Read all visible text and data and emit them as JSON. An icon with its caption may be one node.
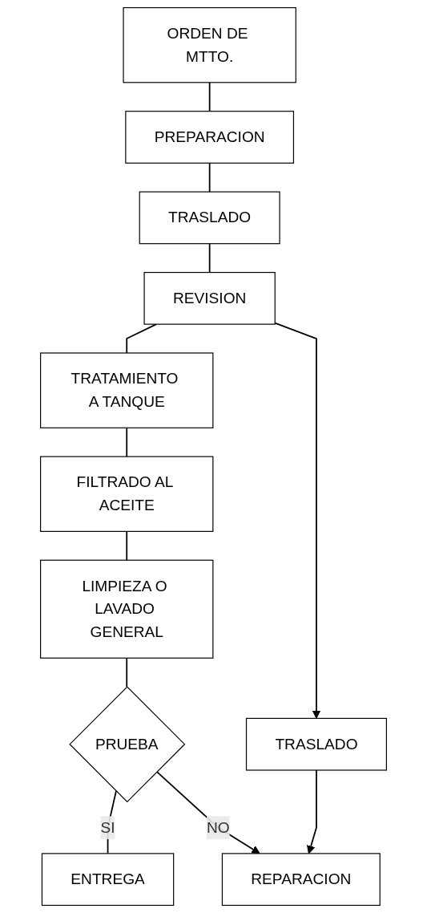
{
  "diagram": {
    "nodes": [
      {
        "text": [
          "ORDEN DE MTTO."
        ]
      },
      {
        "text": [
          "PREPARACION"
        ]
      },
      {
        "text": [
          "TRASLADO"
        ]
      },
      {
        "text": [
          "REVISION"
        ]
      },
      {
        "text": [
          "TRATAMIENTO A TANQUE"
        ]
      },
      {
        "text": [
          "FILTRADO AL ACEITE"
        ]
      },
      {
        "text": [
          "LIMPIEZA O LAVADO GENERAL"
        ]
      },
      {
        "text": [
          "PRUEBA"
        ]
      },
      {
        "text": [
          "ENTREGA"
        ]
      },
      {
        "text": [
          "TRASLADO"
        ]
      },
      {
        "text": [
          "REPARACION"
        ]
      }
    ],
    "edges": [
      {
        "from": 0,
        "to": 1,
        "arrow": "none"
      },
      {
        "from": 1,
        "to": 2,
        "arrow": "none"
      },
      {
        "from": 2,
        "to": 3,
        "arrow": "none"
      },
      {
        "from": 3,
        "to": 4,
        "arrow": "none"
      },
      {
        "from": 4,
        "to": 5,
        "arrow": "none"
      },
      {
        "from": 5,
        "to": 6,
        "arrow": "none"
      },
      {
        "from": 6,
        "to": 7,
        "arrow": "none"
      },
      {
        "from": 7,
        "to": 8,
        "arrow": "none",
        "label": "SI"
      },
      {
        "from": 3,
        "to": 9,
        "arrow": "to"
      },
      {
        "from": 9,
        "to": 10,
        "arrow": "to"
      },
      {
        "from": 7,
        "to": 10,
        "arrow": "to",
        "label": "NO"
      }
    ]
  }
}
